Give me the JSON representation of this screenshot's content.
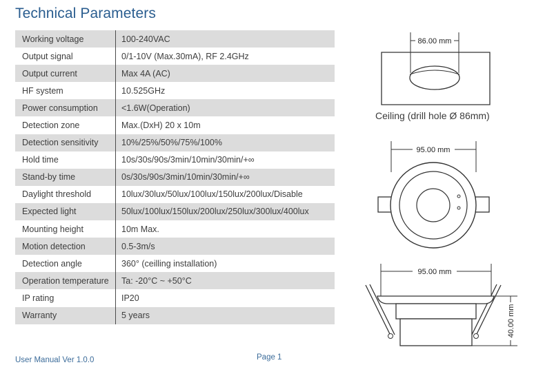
{
  "page_title": "Technical Parameters",
  "rows": [
    {
      "label": "Working voltage",
      "value": "100-240VAC"
    },
    {
      "label": "Output signal",
      "value": "0/1-10V (Max.30mA), RF 2.4GHz"
    },
    {
      "label": "Output current",
      "value": "Max 4A (AC)"
    },
    {
      "label": "HF system",
      "value": "10.525GHz"
    },
    {
      "label": "Power consumption",
      "value": "<1.6W(Operation)"
    },
    {
      "label": "Detection zone",
      "value": "Max.(DxH)  20 x 10m"
    },
    {
      "label": "Detection sensitivity",
      "value": "10%/25%/50%/75%/100%"
    },
    {
      "label": "Hold time",
      "value": "10s/30s/90s/3min/10min/30min/+∞"
    },
    {
      "label": "Stand-by time",
      "value": "0s/30s/90s/3min/10min/30min/+∞"
    },
    {
      "label": "Daylight threshold",
      "value": "10lux/30lux/50lux/100lux/150lux/200lux/Disable"
    },
    {
      "label": "Expected light",
      "value": "50lux/100lux/150lux/200lux/250lux/300lux/400lux"
    },
    {
      "label": "Mounting height",
      "value": "10m Max."
    },
    {
      "label": "Motion detection",
      "value": "0.5-3m/s"
    },
    {
      "label": "Detection angle",
      "value": "360° (ceilling installation)"
    },
    {
      "label": "Operation temperature",
      "value": "Ta: -20°C ~ +50°C"
    },
    {
      "label": "IP rating",
      "value": "IP20"
    },
    {
      "label": "Warranty",
      "value": "5 years"
    }
  ],
  "diagrams": {
    "ceiling_dim": "86.00 mm",
    "ceiling_caption": "Ceiling (drill hole Ø 86mm)",
    "front_dim": "95.00 mm",
    "side_width_dim": "95.00 mm",
    "side_height_dim": "40.00 mm"
  },
  "footer": {
    "manual_version": "User Manual Ver 1.0.0",
    "page_label": "Page 1"
  }
}
